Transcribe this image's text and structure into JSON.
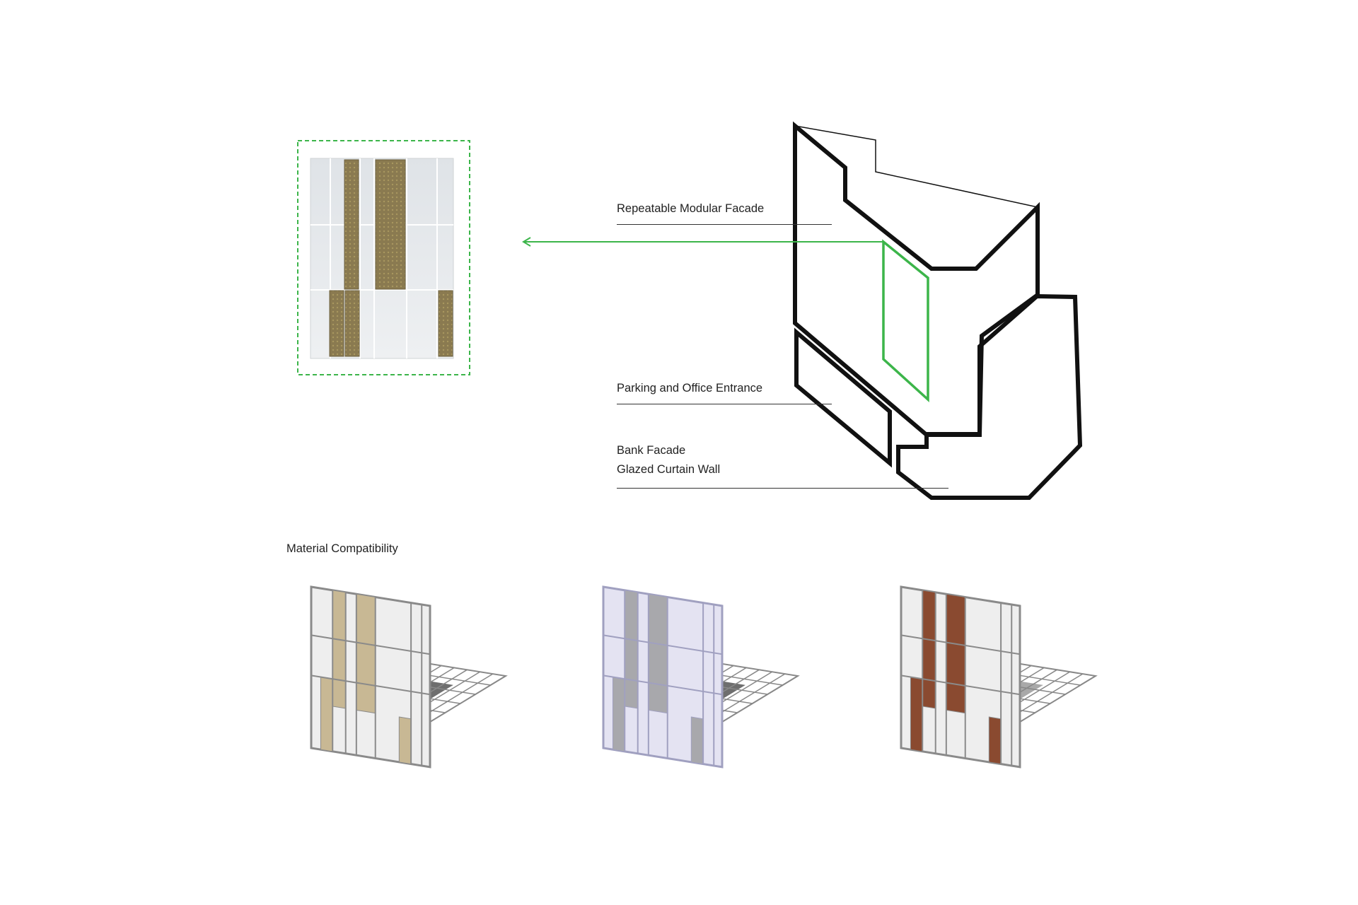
{
  "labels": {
    "repeatable": "Repeatable Modular Facade",
    "parking": "Parking and Office Entrance",
    "bank_line1": "Bank Facade",
    "bank_line2": "Glazed Curtain Wall",
    "material": "Material Compatibility"
  },
  "colors": {
    "accent_green": "#3cb54a",
    "outline": "#111111",
    "glass": "#e4e7ea",
    "mesh_bronze": "#8a7a50",
    "tan_panel": "#c8b894",
    "perforated_metal": "#a8a8ac",
    "glass_lavender": "#e4e3f2",
    "brick": "#8a4a30",
    "shadow": "#555555"
  },
  "modules": [
    {
      "variant": "tan-panel"
    },
    {
      "variant": "perforated-metal"
    },
    {
      "variant": "brick"
    }
  ]
}
